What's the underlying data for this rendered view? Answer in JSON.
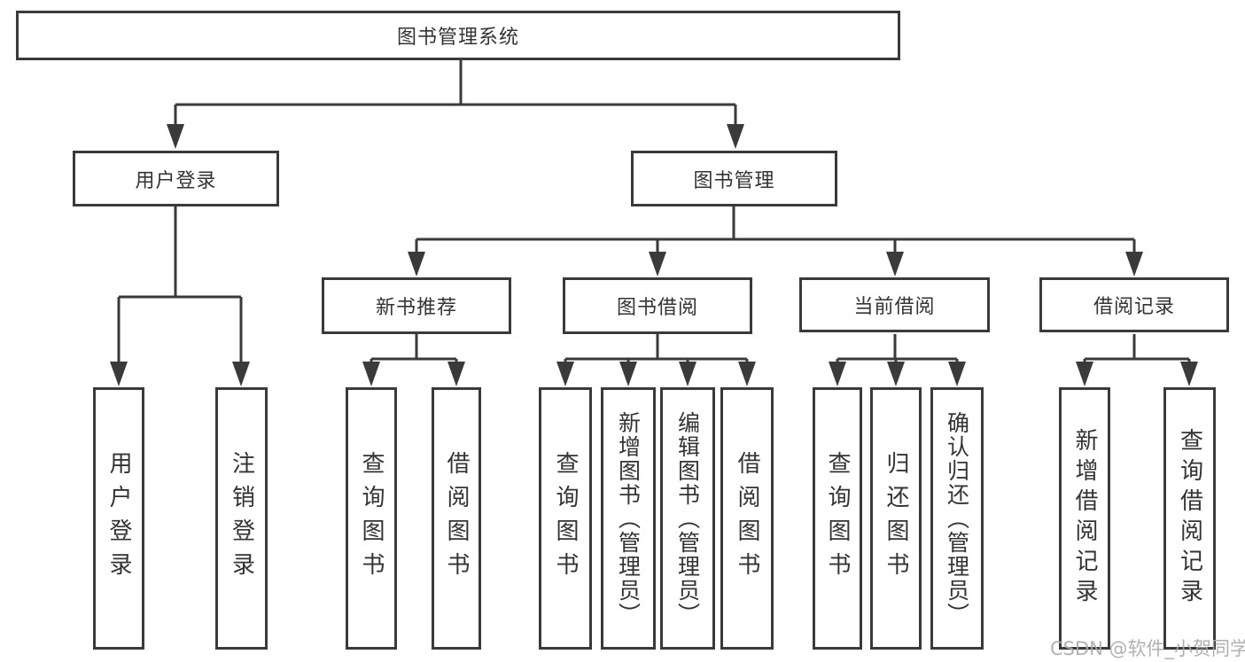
{
  "diagram": {
    "title": "图书管理系统",
    "type": "hierarchy-tree",
    "nodes": {
      "root": {
        "label": "图书管理系统"
      },
      "user_login": {
        "label": "用户登录"
      },
      "book_mgmt": {
        "label": "图书管理"
      },
      "new_book_rec": {
        "label": "新书推荐"
      },
      "book_borrow": {
        "label": "图书借阅"
      },
      "current_borrow": {
        "label": "当前借阅"
      },
      "borrow_record": {
        "label": "借阅记录"
      },
      "leaf_user_login": {
        "label": "用户登录"
      },
      "leaf_logout": {
        "label": "注销登录"
      },
      "leaf_nbr_query": {
        "label": "查询图书"
      },
      "leaf_nbr_borrow": {
        "label": "借阅图书"
      },
      "leaf_bb_query": {
        "label": "查询图书"
      },
      "leaf_bb_add": {
        "label": "新增图书（管理员）"
      },
      "leaf_bb_edit": {
        "label": "编辑图书（管理员）"
      },
      "leaf_bb_borrow": {
        "label": "借阅图书"
      },
      "leaf_cb_query": {
        "label": "查询图书"
      },
      "leaf_cb_return": {
        "label": "归还图书"
      },
      "leaf_cb_confirm": {
        "label": "确认归还（管理员）"
      },
      "leaf_br_add": {
        "label": "新增借阅记录"
      },
      "leaf_br_query": {
        "label": "查询借阅记录"
      }
    },
    "edges": [
      {
        "from": "root",
        "to": "user_login"
      },
      {
        "from": "root",
        "to": "book_mgmt"
      },
      {
        "from": "user_login",
        "to": "leaf_user_login"
      },
      {
        "from": "user_login",
        "to": "leaf_logout"
      },
      {
        "from": "book_mgmt",
        "to": "new_book_rec"
      },
      {
        "from": "book_mgmt",
        "to": "book_borrow"
      },
      {
        "from": "book_mgmt",
        "to": "current_borrow"
      },
      {
        "from": "book_mgmt",
        "to": "borrow_record"
      },
      {
        "from": "new_book_rec",
        "to": "leaf_nbr_query"
      },
      {
        "from": "new_book_rec",
        "to": "leaf_nbr_borrow"
      },
      {
        "from": "book_borrow",
        "to": "leaf_bb_query"
      },
      {
        "from": "book_borrow",
        "to": "leaf_bb_add"
      },
      {
        "from": "book_borrow",
        "to": "leaf_bb_edit"
      },
      {
        "from": "book_borrow",
        "to": "leaf_bb_borrow"
      },
      {
        "from": "current_borrow",
        "to": "leaf_cb_query"
      },
      {
        "from": "current_borrow",
        "to": "leaf_cb_return"
      },
      {
        "from": "current_borrow",
        "to": "leaf_cb_confirm"
      },
      {
        "from": "borrow_record",
        "to": "leaf_br_add"
      },
      {
        "from": "borrow_record",
        "to": "leaf_br_query"
      }
    ],
    "colors": {
      "line": "#3a3a3a",
      "text": "#333333",
      "background": "#ffffff",
      "watermark": "#a8a8a8"
    }
  },
  "watermark": {
    "text": "CSDN @软件_小贺同学"
  }
}
